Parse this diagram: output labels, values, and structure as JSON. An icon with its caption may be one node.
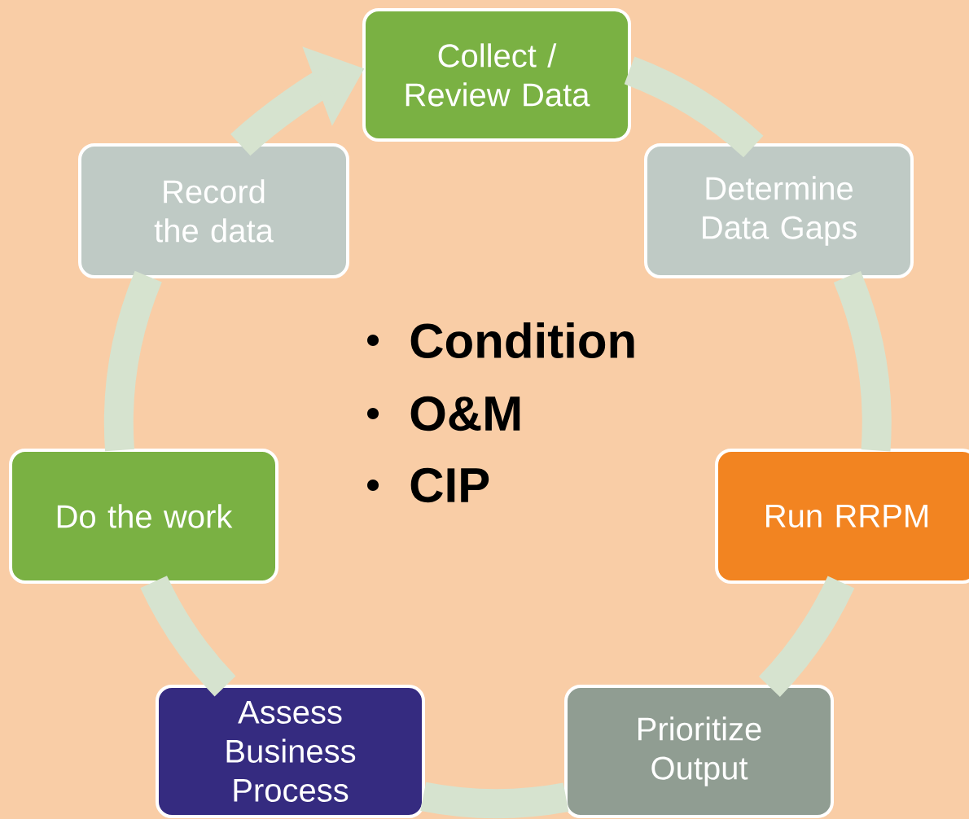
{
  "diagram": {
    "nodes": [
      {
        "text": [
          "Collect / Review Data"
        ]
      },
      {
        "text": [
          "Determine Data Gaps"
        ]
      },
      {
        "text": [
          "Run RRPM"
        ]
      },
      {
        "text": [
          "Prioritize Output"
        ]
      },
      {
        "text": [
          "Assess Business Process"
        ]
      },
      {
        "text": [
          "Do the work"
        ]
      },
      {
        "text": [
          "Record the data"
        ]
      }
    ],
    "edges": [
      {
        "from": 0,
        "to": 1,
        "arrow": "none"
      },
      {
        "from": 1,
        "to": 2,
        "arrow": "none"
      },
      {
        "from": 2,
        "to": 3,
        "arrow": "none"
      },
      {
        "from": 3,
        "to": 4,
        "arrow": "none"
      },
      {
        "from": 4,
        "to": 5,
        "arrow": "none"
      },
      {
        "from": 5,
        "to": 6,
        "arrow": "none"
      },
      {
        "from": 6,
        "to": 0,
        "arrow": "to"
      }
    ],
    "labels": [
      "Condition",
      "O&M",
      "CIP"
    ]
  }
}
